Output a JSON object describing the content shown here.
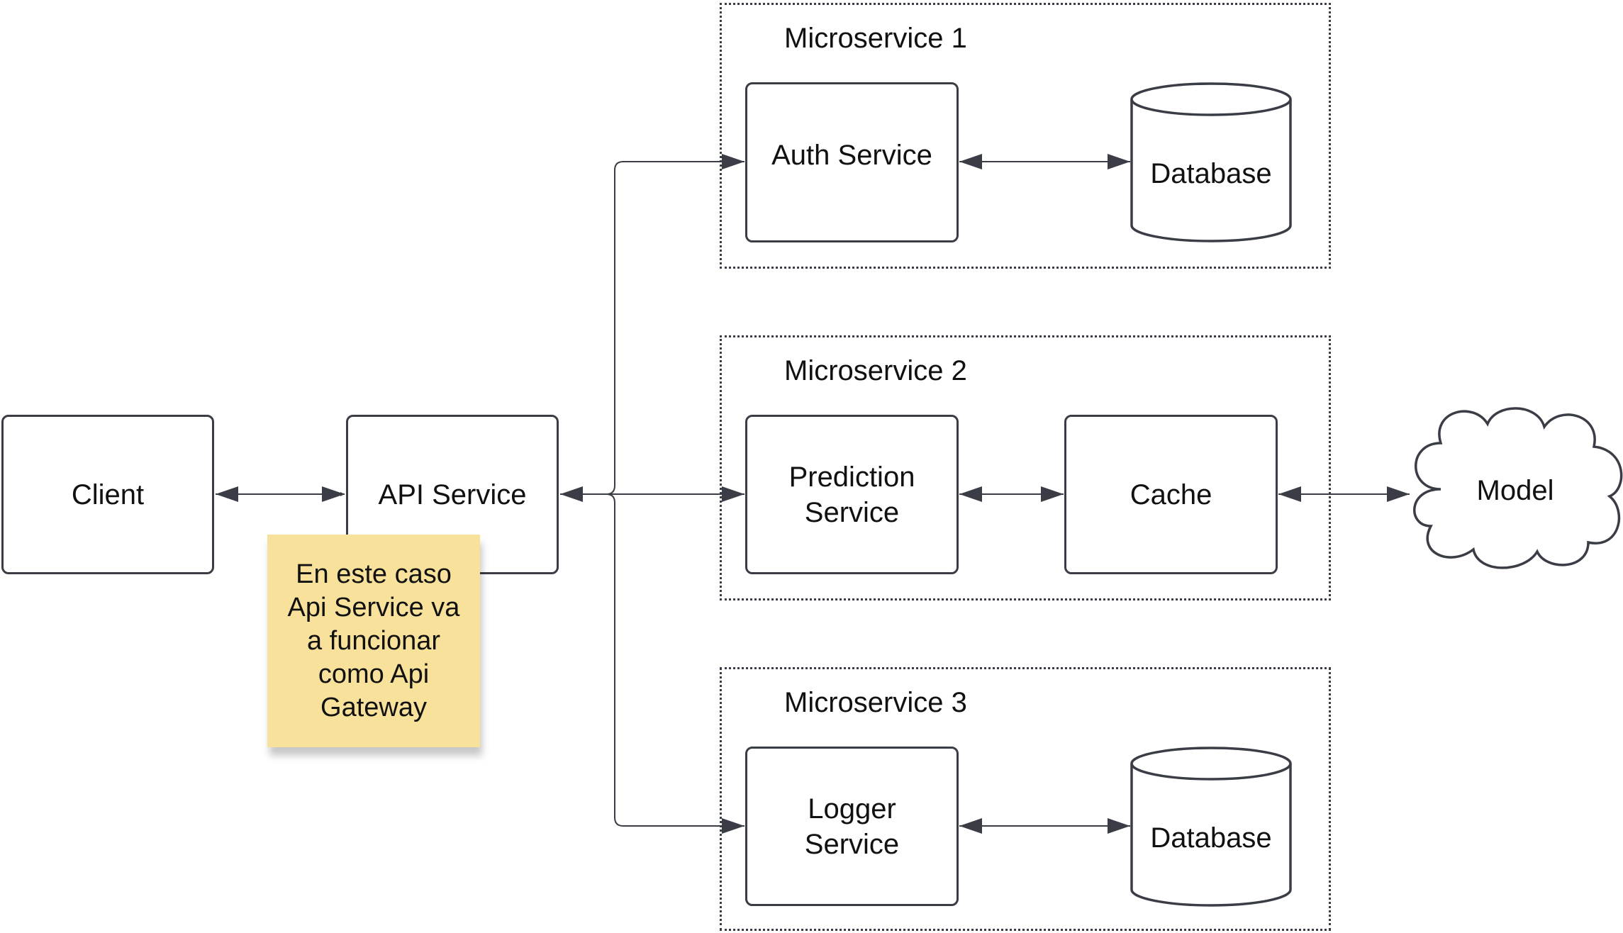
{
  "diagram": {
    "nodes": {
      "client": "Client",
      "api_service": "API Service",
      "auth_service": "Auth Service",
      "database_1": "Database",
      "prediction_service": "Prediction Service",
      "cache": "Cache",
      "model": "Model",
      "logger_service": "Logger Service",
      "database_3": "Database"
    },
    "groups": {
      "microservice_1": "Microservice 1",
      "microservice_2": "Microservice 2",
      "microservice_3": "Microservice 3"
    },
    "note": "En este caso Api Service va a funcionar como Api Gateway",
    "connections": [
      {
        "from": "Client",
        "to": "API Service",
        "direction": "both"
      },
      {
        "from": "API Service",
        "to": "Auth Service",
        "direction": "both"
      },
      {
        "from": "API Service",
        "to": "Prediction Service",
        "direction": "both"
      },
      {
        "from": "API Service",
        "to": "Logger Service",
        "direction": "both"
      },
      {
        "from": "Auth Service",
        "to": "Database",
        "direction": "both"
      },
      {
        "from": "Prediction Service",
        "to": "Cache",
        "direction": "both"
      },
      {
        "from": "Cache",
        "to": "Model",
        "direction": "both"
      },
      {
        "from": "Logger Service",
        "to": "Database",
        "direction": "both"
      }
    ],
    "colors": {
      "stroke": "#3a3d45",
      "note_fill": "#f8e29b",
      "text": "#111111",
      "background": "#ffffff"
    }
  }
}
